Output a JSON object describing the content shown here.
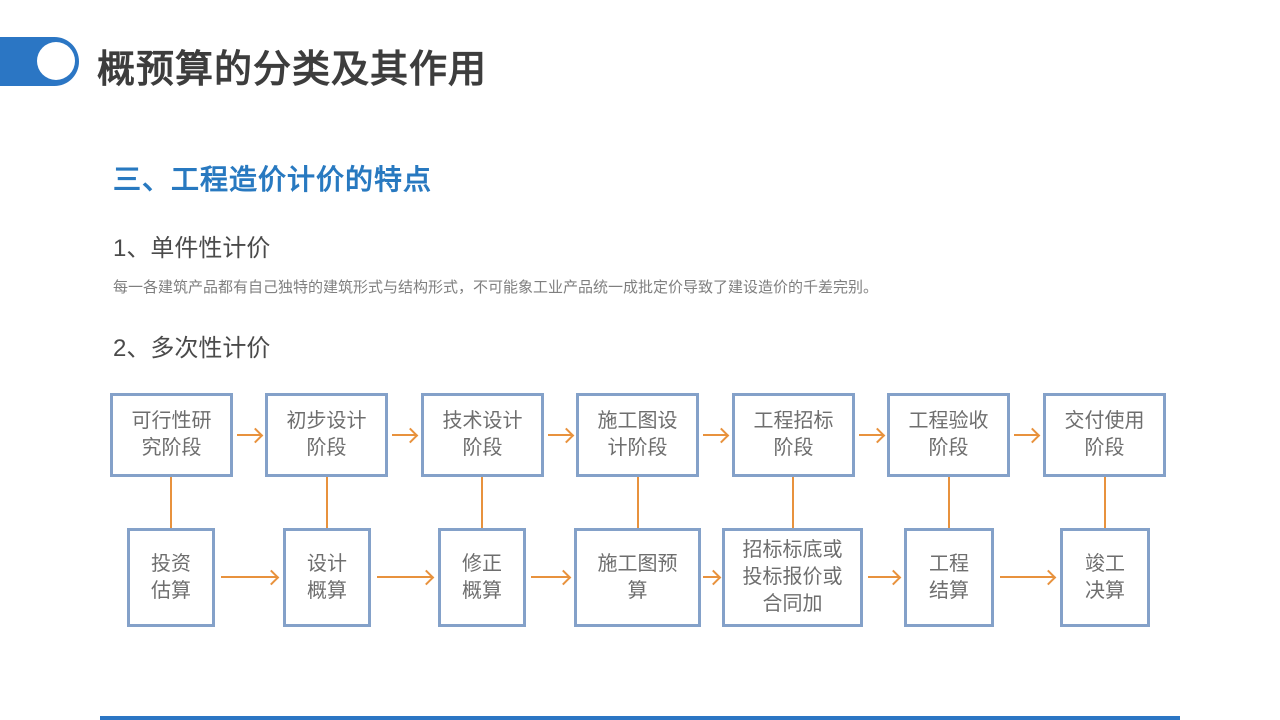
{
  "slide": {
    "title": "概预算的分类及其作用",
    "section_heading": "三、工程造价计价的特点",
    "point1_heading": "1、单件性计价",
    "point1_body": "每一各建筑产品都有自己独特的建筑形式与结构形式，不可能象工业产品统一成批定价导致了建设造价的千差完别。",
    "point2_heading": "2、多次性计价"
  },
  "flowchart": {
    "top_row": [
      "可行性研\n究阶段",
      "初步设计\n阶段",
      "技术设计\n阶段",
      "施工图设\n计阶段",
      "工程招标\n阶段",
      "工程验收\n阶段",
      "交付使用\n阶段"
    ],
    "bottom_row": [
      "投资\n估算",
      "设计\n概算",
      "修正\n概算",
      "施工图预\n算",
      "招标标底或\n投标报价或\n合同加",
      "工程\n结算",
      "竣工\n决算"
    ]
  },
  "colors": {
    "accent_blue": "#2B76C4",
    "heading_blue": "#2879C0",
    "box_border_blue": "#84A1C9",
    "arrow_orange": "#E8923D",
    "title_text": "#3D3D3D",
    "body_gray": "#7F7F7F",
    "box_text_gray": "#6E6E6E"
  }
}
